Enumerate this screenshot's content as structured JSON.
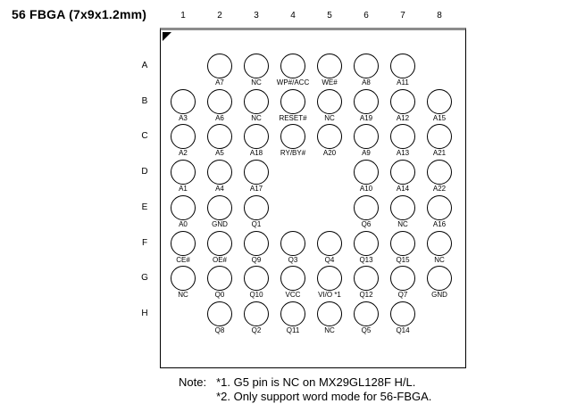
{
  "title": "56 FBGA (7x9x1.2mm)",
  "column_headers": [
    "1",
    "2",
    "3",
    "4",
    "5",
    "6",
    "7",
    "8"
  ],
  "row_headers": [
    "A",
    "B",
    "C",
    "D",
    "E",
    "F",
    "G",
    "H"
  ],
  "balls": [
    {
      "row": "A",
      "col": 2,
      "label": "A7"
    },
    {
      "row": "A",
      "col": 3,
      "label": "NC"
    },
    {
      "row": "A",
      "col": 4,
      "label": "WP#/ACC"
    },
    {
      "row": "A",
      "col": 5,
      "label": "WE#"
    },
    {
      "row": "A",
      "col": 6,
      "label": "A8"
    },
    {
      "row": "A",
      "col": 7,
      "label": "A11"
    },
    {
      "row": "B",
      "col": 1,
      "label": "A3"
    },
    {
      "row": "B",
      "col": 2,
      "label": "A6"
    },
    {
      "row": "B",
      "col": 3,
      "label": "NC"
    },
    {
      "row": "B",
      "col": 4,
      "label": "RESET#"
    },
    {
      "row": "B",
      "col": 5,
      "label": "NC"
    },
    {
      "row": "B",
      "col": 6,
      "label": "A19"
    },
    {
      "row": "B",
      "col": 7,
      "label": "A12"
    },
    {
      "row": "B",
      "col": 8,
      "label": "A15"
    },
    {
      "row": "C",
      "col": 1,
      "label": "A2"
    },
    {
      "row": "C",
      "col": 2,
      "label": "A5"
    },
    {
      "row": "C",
      "col": 3,
      "label": "A18"
    },
    {
      "row": "C",
      "col": 4,
      "label": "RY/BY#"
    },
    {
      "row": "C",
      "col": 5,
      "label": "A20"
    },
    {
      "row": "C",
      "col": 6,
      "label": "A9"
    },
    {
      "row": "C",
      "col": 7,
      "label": "A13"
    },
    {
      "row": "C",
      "col": 8,
      "label": "A21"
    },
    {
      "row": "D",
      "col": 1,
      "label": "A1"
    },
    {
      "row": "D",
      "col": 2,
      "label": "A4"
    },
    {
      "row": "D",
      "col": 3,
      "label": "A17"
    },
    {
      "row": "D",
      "col": 6,
      "label": "A10"
    },
    {
      "row": "D",
      "col": 7,
      "label": "A14"
    },
    {
      "row": "D",
      "col": 8,
      "label": "A22"
    },
    {
      "row": "E",
      "col": 1,
      "label": "A0"
    },
    {
      "row": "E",
      "col": 2,
      "label": "GND"
    },
    {
      "row": "E",
      "col": 3,
      "label": "Q1"
    },
    {
      "row": "E",
      "col": 6,
      "label": "Q6"
    },
    {
      "row": "E",
      "col": 7,
      "label": "NC"
    },
    {
      "row": "E",
      "col": 8,
      "label": "A16"
    },
    {
      "row": "F",
      "col": 1,
      "label": "CE#"
    },
    {
      "row": "F",
      "col": 2,
      "label": "OE#"
    },
    {
      "row": "F",
      "col": 3,
      "label": "Q9"
    },
    {
      "row": "F",
      "col": 4,
      "label": "Q3"
    },
    {
      "row": "F",
      "col": 5,
      "label": "Q4"
    },
    {
      "row": "F",
      "col": 6,
      "label": "Q13"
    },
    {
      "row": "F",
      "col": 7,
      "label": "Q15"
    },
    {
      "row": "F",
      "col": 8,
      "label": "NC"
    },
    {
      "row": "G",
      "col": 1,
      "label": "NC"
    },
    {
      "row": "G",
      "col": 2,
      "label": "Q0"
    },
    {
      "row": "G",
      "col": 3,
      "label": "Q10"
    },
    {
      "row": "G",
      "col": 4,
      "label": "VCC"
    },
    {
      "row": "G",
      "col": 5,
      "label": "VI/O *1"
    },
    {
      "row": "G",
      "col": 6,
      "label": "Q12"
    },
    {
      "row": "G",
      "col": 7,
      "label": "Q7"
    },
    {
      "row": "G",
      "col": 8,
      "label": "GND"
    },
    {
      "row": "H",
      "col": 2,
      "label": "Q8"
    },
    {
      "row": "H",
      "col": 3,
      "label": "Q2"
    },
    {
      "row": "H",
      "col": 4,
      "label": "Q11"
    },
    {
      "row": "H",
      "col": 5,
      "label": "NC"
    },
    {
      "row": "H",
      "col": 6,
      "label": "Q5"
    },
    {
      "row": "H",
      "col": 7,
      "label": "Q14"
    }
  ],
  "note": {
    "prefix": "Note:",
    "lines": [
      "*1. G5 pin is NC on MX29GL128F H/L.",
      "*2. Only support word mode for 56-FBGA."
    ]
  },
  "colors": {
    "background": "#ffffff",
    "outline": "#000000",
    "outline_top": "#8c8c8c",
    "ball_stroke": "#000000",
    "text": "#000000"
  }
}
